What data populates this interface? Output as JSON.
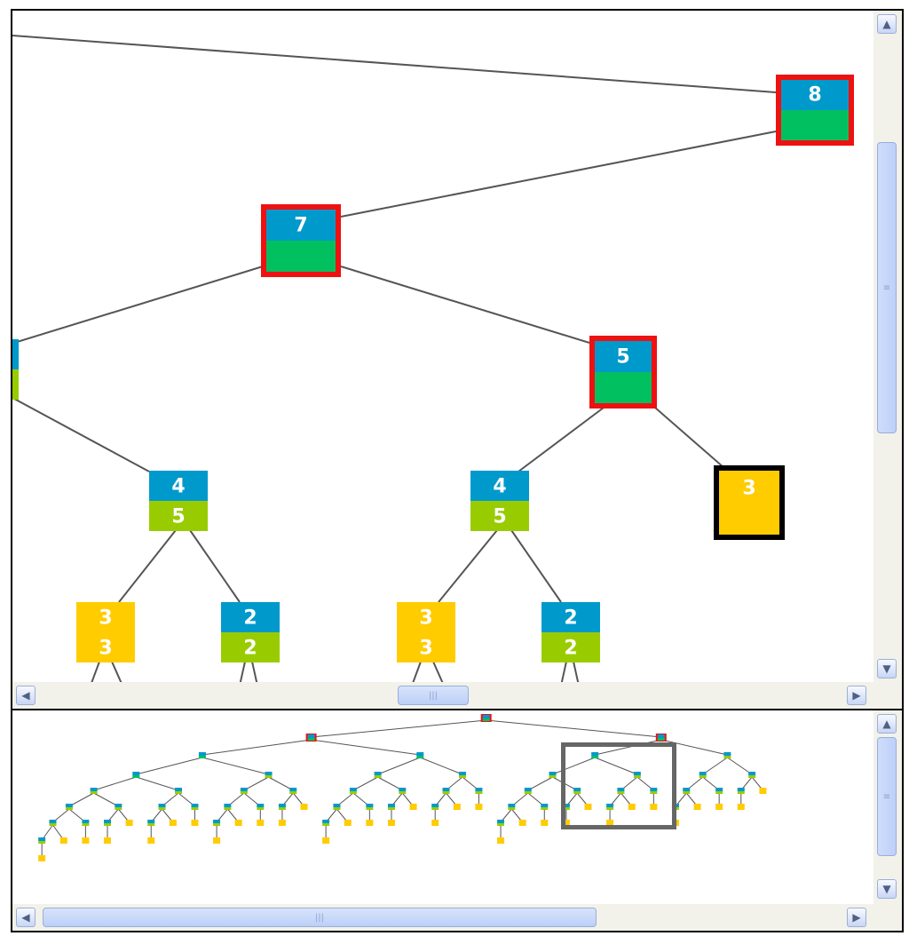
{
  "main_view": {
    "nodes": [
      {
        "id": "n8",
        "top": "8",
        "bottom": "",
        "top_color": "#0099cc",
        "bottom_color": "#00c060",
        "border": "#ee1111",
        "highlight": true
      },
      {
        "id": "n7",
        "top": "7",
        "bottom": "",
        "top_color": "#0099cc",
        "bottom_color": "#00c060",
        "border": "#ee1111",
        "highlight": true
      },
      {
        "id": "n5",
        "top": "5",
        "bottom": "",
        "top_color": "#0099cc",
        "bottom_color": "#00c060",
        "border": "#ee1111",
        "highlight": true
      },
      {
        "id": "nLeft",
        "top": "",
        "bottom": "",
        "top_color": "#0099cc",
        "bottom_color": "#99cc00",
        "border": "",
        "highlight": false
      },
      {
        "id": "n4a",
        "top": "4",
        "bottom": "5",
        "top_color": "#0099cc",
        "bottom_color": "#99cc00",
        "border": "",
        "highlight": false
      },
      {
        "id": "n4b",
        "top": "4",
        "bottom": "5",
        "top_color": "#0099cc",
        "bottom_color": "#99cc00",
        "border": "",
        "highlight": false
      },
      {
        "id": "n3sel",
        "top": "3",
        "bottom": "",
        "top_color": "#ffcc00",
        "bottom_color": "#ffcc00",
        "border": "#000000",
        "highlight": true
      },
      {
        "id": "n3a",
        "top": "3",
        "bottom": "3",
        "top_color": "#ffcc00",
        "bottom_color": "#ffcc00",
        "border": "",
        "highlight": false
      },
      {
        "id": "n2a",
        "top": "2",
        "bottom": "2",
        "top_color": "#0099cc",
        "bottom_color": "#99cc00",
        "border": "",
        "highlight": false
      },
      {
        "id": "n3b",
        "top": "3",
        "bottom": "3",
        "top_color": "#ffcc00",
        "bottom_color": "#ffcc00",
        "border": "",
        "highlight": false
      },
      {
        "id": "n2b",
        "top": "2",
        "bottom": "2",
        "top_color": "#0099cc",
        "bottom_color": "#99cc00",
        "border": "",
        "highlight": false
      }
    ],
    "scroll": {
      "vertical_position": 0.3,
      "horizontal_position": 0.47
    }
  },
  "overview": {
    "viewport_border_color": "#666666",
    "scroll": {
      "vertical_position": 0.1,
      "horizontal_position": 0.05
    }
  },
  "colors": {
    "blue": "#0099cc",
    "green": "#00c060",
    "lime": "#99cc00",
    "yellow": "#ffcc00",
    "highlight": "#ee1111",
    "edge": "#555555"
  }
}
